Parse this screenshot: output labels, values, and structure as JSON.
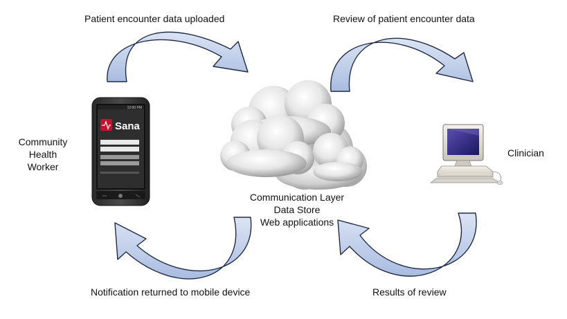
{
  "arrows": {
    "top_left": "Patient encounter data uploaded",
    "top_right": "Review of patient encounter data",
    "bottom_left": "Notification returned to mobile device",
    "bottom_right": "Results of review"
  },
  "actors": {
    "left": [
      "Community",
      "Health",
      "Worker"
    ],
    "right": "Clinician"
  },
  "cloud": [
    "Communication Layer",
    "Data Store",
    "Web applications"
  ],
  "phone": {
    "app_name": "Sana",
    "status_time": "12:00 PM"
  },
  "colors": {
    "arrow_fill": "#b9c8e6",
    "arrow_fill_light": "#dbe4f4",
    "arrow_stroke": "#1f2b44",
    "cloud_light": "#f4f4f4",
    "cloud_dark": "#a9a9a9",
    "sana_red": "#c8102e"
  },
  "icons": [
    "smartphone-icon",
    "cloud-icon",
    "desktop-computer-icon",
    "curved-arrow-icon"
  ]
}
